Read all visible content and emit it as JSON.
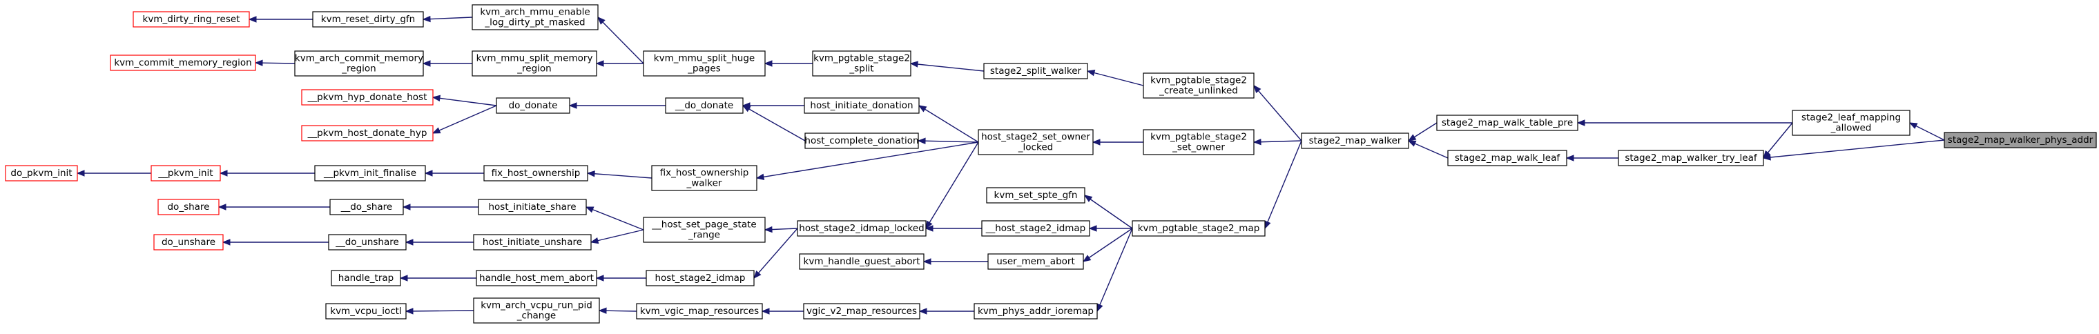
{
  "graph": {
    "root": "stage2_map_walker_phys_addr",
    "nodes": [
      {
        "id": "root",
        "lines": [
          "stage2_map_walker_phys_addr"
        ],
        "style": "root"
      },
      {
        "id": "leaf_mapping",
        "lines": [
          "stage2_leaf_mapping",
          "_allowed"
        ],
        "style": "black"
      },
      {
        "id": "try_leaf",
        "lines": [
          "stage2_map_walker_try_leaf"
        ],
        "style": "black"
      },
      {
        "id": "walk_table_pre",
        "lines": [
          "stage2_map_walk_table_pre"
        ],
        "style": "black"
      },
      {
        "id": "walk_leaf",
        "lines": [
          "stage2_map_walk_leaf"
        ],
        "style": "black"
      },
      {
        "id": "map_walker",
        "lines": [
          "stage2_map_walker"
        ],
        "style": "black"
      },
      {
        "id": "create_unlinked",
        "lines": [
          "kvm_pgtable_stage2",
          "_create_unlinked"
        ],
        "style": "black"
      },
      {
        "id": "set_owner",
        "lines": [
          "kvm_pgtable_stage2",
          "_set_owner"
        ],
        "style": "black"
      },
      {
        "id": "stage2_map",
        "lines": [
          "kvm_pgtable_stage2_map"
        ],
        "style": "black"
      },
      {
        "id": "split_walker",
        "lines": [
          "stage2_split_walker"
        ],
        "style": "black"
      },
      {
        "id": "host_set_owner",
        "lines": [
          "host_stage2_set_owner",
          "_locked"
        ],
        "style": "black"
      },
      {
        "id": "set_spte_gfn",
        "lines": [
          "kvm_set_spte_gfn"
        ],
        "style": "black"
      },
      {
        "id": "host_idmap_dunder",
        "lines": [
          "__host_stage2_idmap"
        ],
        "style": "black"
      },
      {
        "id": "user_mem_abort",
        "lines": [
          "user_mem_abort"
        ],
        "style": "black"
      },
      {
        "id": "phys_addr_ioremap",
        "lines": [
          "kvm_phys_addr_ioremap"
        ],
        "style": "black"
      },
      {
        "id": "pgtable_split",
        "lines": [
          "kvm_pgtable_stage2",
          "_split"
        ],
        "style": "black"
      },
      {
        "id": "host_initiate_donation",
        "lines": [
          "host_initiate_donation"
        ],
        "style": "black"
      },
      {
        "id": "host_complete_donation",
        "lines": [
          "host_complete_donation"
        ],
        "style": "black"
      },
      {
        "id": "fix_host_ownership_walker",
        "lines": [
          "fix_host_ownership",
          "_walker"
        ],
        "style": "black"
      },
      {
        "id": "host_idmap_locked",
        "lines": [
          "host_stage2_idmap_locked"
        ],
        "style": "black"
      },
      {
        "id": "handle_guest_abort",
        "lines": [
          "kvm_handle_guest_abort"
        ],
        "style": "black"
      },
      {
        "id": "vgic_v2_map_resources",
        "lines": [
          "vgic_v2_map_resources"
        ],
        "style": "black"
      },
      {
        "id": "mmu_split_huge_pages",
        "lines": [
          "kvm_mmu_split_huge",
          "_pages"
        ],
        "style": "black"
      },
      {
        "id": "do_donate_dunder",
        "lines": [
          "__do_donate"
        ],
        "style": "black"
      },
      {
        "id": "fix_host_ownership",
        "lines": [
          "fix_host_ownership"
        ],
        "style": "black"
      },
      {
        "id": "host_set_page_state_range",
        "lines": [
          "__host_set_page_state",
          "_range"
        ],
        "style": "black"
      },
      {
        "id": "host_stage2_idmap",
        "lines": [
          "host_stage2_idmap"
        ],
        "style": "black"
      },
      {
        "id": "vgic_map_resources",
        "lines": [
          "kvm_vgic_map_resources"
        ],
        "style": "black"
      },
      {
        "id": "arch_mmu_enable_log",
        "lines": [
          "kvm_arch_mmu_enable",
          "_log_dirty_pt_masked"
        ],
        "style": "black"
      },
      {
        "id": "mmu_split_memory_region",
        "lines": [
          "kvm_mmu_split_memory",
          "_region"
        ],
        "style": "black"
      },
      {
        "id": "do_donate",
        "lines": [
          "do_donate"
        ],
        "style": "black"
      },
      {
        "id": "pkvm_init_finalise",
        "lines": [
          "__pkvm_init_finalise"
        ],
        "style": "black"
      },
      {
        "id": "host_initiate_share",
        "lines": [
          "host_initiate_share"
        ],
        "style": "black"
      },
      {
        "id": "host_initiate_unshare",
        "lines": [
          "host_initiate_unshare"
        ],
        "style": "black"
      },
      {
        "id": "handle_host_mem_abort",
        "lines": [
          "handle_host_mem_abort"
        ],
        "style": "black"
      },
      {
        "id": "arch_vcpu_run_pid_change",
        "lines": [
          "kvm_arch_vcpu_run_pid",
          "_change"
        ],
        "style": "black"
      },
      {
        "id": "reset_dirty_gfn",
        "lines": [
          "kvm_reset_dirty_gfn"
        ],
        "style": "black"
      },
      {
        "id": "arch_commit_memory_region",
        "lines": [
          "kvm_arch_commit_memory",
          "_region"
        ],
        "style": "black"
      },
      {
        "id": "do_share",
        "lines": [
          "__do_share"
        ],
        "style": "black"
      },
      {
        "id": "do_unshare",
        "lines": [
          "__do_unshare"
        ],
        "style": "black"
      },
      {
        "id": "pkvm_hyp_donate_host",
        "lines": [
          "__pkvm_hyp_donate_host"
        ],
        "style": "red"
      },
      {
        "id": "pkvm_host_donate_hyp",
        "lines": [
          "__pkvm_host_donate_hyp"
        ],
        "style": "red"
      },
      {
        "id": "pkvm_init",
        "lines": [
          "__pkvm_init"
        ],
        "style": "red"
      },
      {
        "id": "dirty_ring_reset",
        "lines": [
          "kvm_dirty_ring_reset"
        ],
        "style": "red"
      },
      {
        "id": "commit_memory_region",
        "lines": [
          "kvm_commit_memory_region"
        ],
        "style": "red"
      },
      {
        "id": "do_share_red",
        "lines": [
          "do_share"
        ],
        "style": "red"
      },
      {
        "id": "do_unshare_red",
        "lines": [
          "do_unshare"
        ],
        "style": "red"
      },
      {
        "id": "handle_trap",
        "lines": [
          "handle_trap"
        ],
        "style": "black"
      },
      {
        "id": "vcpu_ioctl",
        "lines": [
          "kvm_vcpu_ioctl"
        ],
        "style": "black"
      },
      {
        "id": "do_pkvm_init",
        "lines": [
          "do_pkvm_init"
        ],
        "style": "red"
      }
    ],
    "edges": [
      [
        "leaf_mapping",
        "root"
      ],
      [
        "try_leaf",
        "root"
      ],
      [
        "walk_table_pre",
        "leaf_mapping"
      ],
      [
        "try_leaf",
        "leaf_mapping"
      ],
      [
        "walk_leaf",
        "try_leaf"
      ],
      [
        "map_walker",
        "walk_table_pre"
      ],
      [
        "map_walker",
        "walk_leaf"
      ],
      [
        "create_unlinked",
        "map_walker"
      ],
      [
        "set_owner",
        "map_walker"
      ],
      [
        "stage2_map",
        "map_walker"
      ],
      [
        "split_walker",
        "create_unlinked"
      ],
      [
        "host_set_owner",
        "set_owner"
      ],
      [
        "set_spte_gfn",
        "stage2_map"
      ],
      [
        "host_idmap_dunder",
        "stage2_map"
      ],
      [
        "user_mem_abort",
        "stage2_map"
      ],
      [
        "phys_addr_ioremap",
        "stage2_map"
      ],
      [
        "pgtable_split",
        "split_walker"
      ],
      [
        "host_initiate_donation",
        "host_set_owner"
      ],
      [
        "host_complete_donation",
        "host_set_owner"
      ],
      [
        "fix_host_ownership_walker",
        "host_set_owner"
      ],
      [
        "host_idmap_locked",
        "host_set_owner"
      ],
      [
        "host_idmap_locked",
        "host_idmap_dunder"
      ],
      [
        "handle_guest_abort",
        "user_mem_abort"
      ],
      [
        "vgic_v2_map_resources",
        "phys_addr_ioremap"
      ],
      [
        "mmu_split_huge_pages",
        "pgtable_split"
      ],
      [
        "do_donate_dunder",
        "host_initiate_donation"
      ],
      [
        "do_donate_dunder",
        "host_complete_donation"
      ],
      [
        "fix_host_ownership",
        "fix_host_ownership_walker"
      ],
      [
        "host_set_page_state_range",
        "host_idmap_locked"
      ],
      [
        "host_stage2_idmap",
        "host_idmap_locked"
      ],
      [
        "vgic_map_resources",
        "vgic_v2_map_resources"
      ],
      [
        "arch_mmu_enable_log",
        "mmu_split_huge_pages"
      ],
      [
        "mmu_split_memory_region",
        "mmu_split_huge_pages"
      ],
      [
        "do_donate",
        "do_donate_dunder"
      ],
      [
        "pkvm_init_finalise",
        "fix_host_ownership"
      ],
      [
        "host_initiate_share",
        "host_set_page_state_range"
      ],
      [
        "host_initiate_unshare",
        "host_set_page_state_range"
      ],
      [
        "handle_host_mem_abort",
        "host_stage2_idmap"
      ],
      [
        "arch_vcpu_run_pid_change",
        "vgic_map_resources"
      ],
      [
        "reset_dirty_gfn",
        "arch_mmu_enable_log"
      ],
      [
        "arch_commit_memory_region",
        "mmu_split_memory_region"
      ],
      [
        "pkvm_hyp_donate_host",
        "do_donate"
      ],
      [
        "pkvm_host_donate_hyp",
        "do_donate"
      ],
      [
        "pkvm_init",
        "pkvm_init_finalise"
      ],
      [
        "do_share",
        "host_initiate_share"
      ],
      [
        "do_unshare",
        "host_initiate_unshare"
      ],
      [
        "handle_trap",
        "handle_host_mem_abort"
      ],
      [
        "vcpu_ioctl",
        "arch_vcpu_run_pid_change"
      ],
      [
        "dirty_ring_reset",
        "reset_dirty_gfn"
      ],
      [
        "commit_memory_region",
        "arch_commit_memory_region"
      ],
      [
        "do_share_red",
        "do_share"
      ],
      [
        "do_unshare_red",
        "do_unshare"
      ],
      [
        "do_pkvm_init",
        "pkvm_init"
      ]
    ]
  }
}
